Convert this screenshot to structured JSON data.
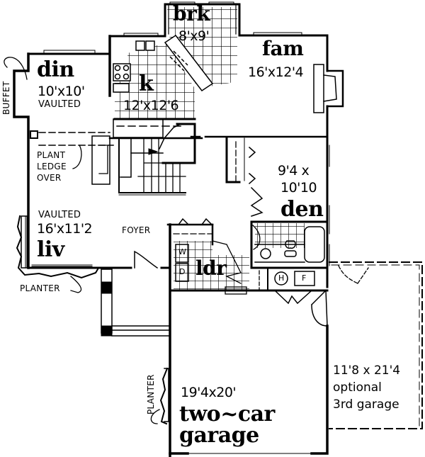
{
  "plan": {
    "type": "house floor plan (main level)",
    "rooms": [
      {
        "id": "brk",
        "name": "brk",
        "dims": "8'x9'"
      },
      {
        "id": "fam",
        "name": "fam",
        "dims": "16'x12'4"
      },
      {
        "id": "din",
        "name": "din",
        "dims": "10'x10'",
        "note": "VAULTED"
      },
      {
        "id": "k",
        "name": "k",
        "dims": "12'x12'6"
      },
      {
        "id": "den",
        "name": "den",
        "dims_line1": "9'4 x",
        "dims_line2": "10'10"
      },
      {
        "id": "liv",
        "name": "liv",
        "dims": "16'x11'2",
        "note": "VAULTED"
      },
      {
        "id": "ldr",
        "name": "ldr"
      },
      {
        "id": "garage",
        "name_line1": "two~car",
        "name_line2": "garage",
        "dims": "19'4x20'"
      },
      {
        "id": "optional-garage",
        "line1": "11'8 x 21'4",
        "line2": "optional",
        "line3": "3rd garage"
      }
    ],
    "labels": {
      "buffet": "BUFFET",
      "plant_ledge_1": "PLANT",
      "plant_ledge_2": "LEDGE",
      "plant_ledge_3": "OVER",
      "foyer": "FOYER",
      "planter_front": "PLANTER",
      "planter_garage": "PLANTER",
      "washer": "W",
      "dryer": "D",
      "water_heater": "H",
      "furnace": "F"
    },
    "colors": {
      "ink": "#000000",
      "paper": "#ffffff"
    }
  }
}
